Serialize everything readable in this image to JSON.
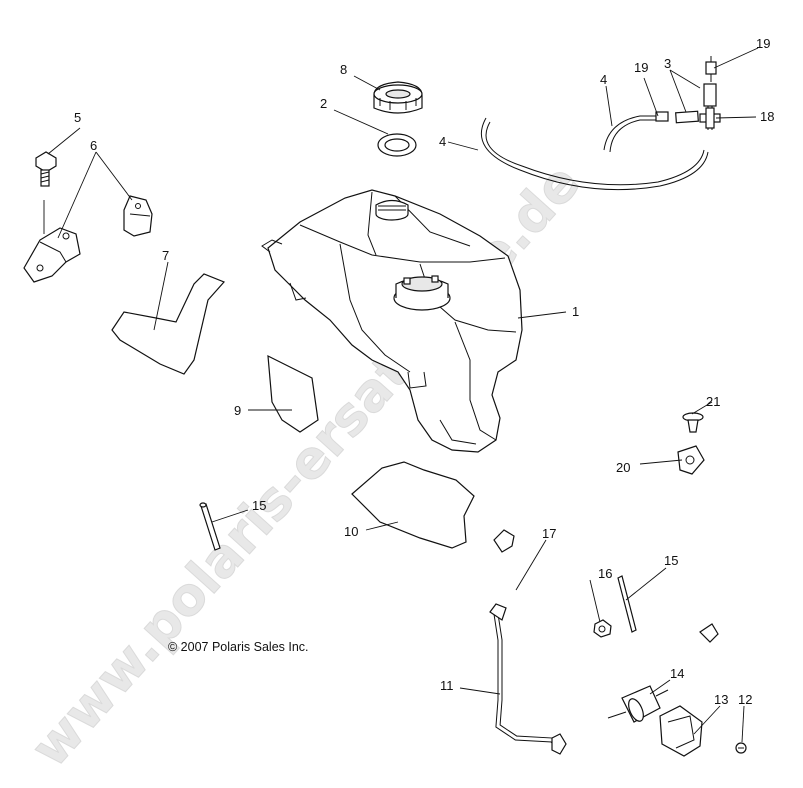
{
  "diagram": {
    "copyright": "© 2007 Polaris Sales Inc.",
    "watermark": "www.polaris-ersatzteile.de",
    "callouts": [
      "1",
      "2",
      "3",
      "4",
      "4",
      "5",
      "6",
      "7",
      "8",
      "9",
      "10",
      "11",
      "12",
      "13",
      "14",
      "15",
      "15",
      "16",
      "17",
      "18",
      "19",
      "19",
      "20",
      "21"
    ]
  }
}
